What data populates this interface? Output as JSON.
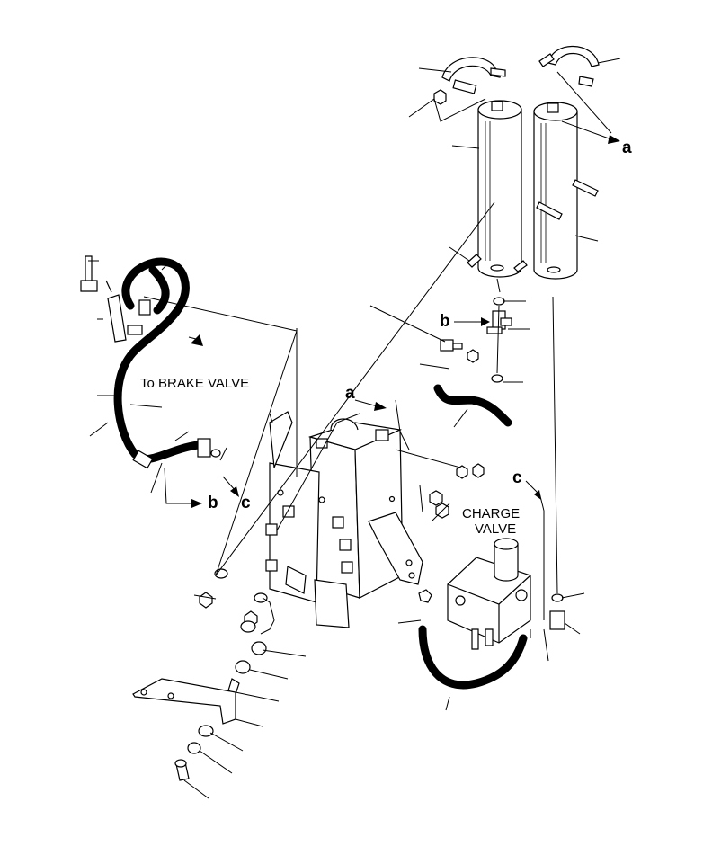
{
  "labels": {
    "brake_valve": "To BRAKE VALVE",
    "charge_valve_line1": "CHARGE",
    "charge_valve_line2": "VALVE",
    "ref_a_1": "a",
    "ref_a_2": "a",
    "ref_b_1": "b",
    "ref_b_2": "b",
    "ref_c_1": "c",
    "ref_c_2": "c"
  }
}
